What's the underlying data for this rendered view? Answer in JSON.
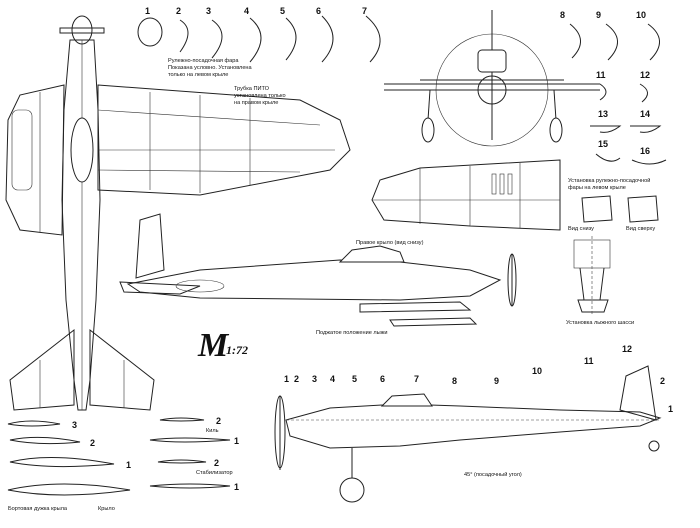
{
  "logo": {
    "mark": "М",
    "scale": "1:72"
  },
  "top_section_numbers": [
    "1",
    "2",
    "3",
    "4",
    "5",
    "6",
    "7"
  ],
  "right_section_numbers": [
    "8",
    "9",
    "10",
    "11",
    "12",
    "13",
    "14",
    "15",
    "16"
  ],
  "side_station_numbers": [
    "1",
    "2",
    "3",
    "4",
    "5",
    "6",
    "7",
    "8",
    "9",
    "10",
    "11",
    "12"
  ],
  "tail_callouts": [
    "1",
    "2"
  ],
  "profile_callouts": [
    "3",
    "2",
    "1"
  ],
  "fin_profile_numbers": [
    "2",
    "1",
    "2",
    "1"
  ],
  "notes": {
    "landing_light": [
      "Рулежно-посадочная фара",
      "Показана  условно. Установлена",
      "только на левом крыле"
    ],
    "pitot": [
      "Трубка ПИТО",
      "установлена только",
      "на правом крыле"
    ],
    "right_wing": "Правое крыло (вид снизу)",
    "ski_retracted": "Поджатое положение лыжи",
    "light_install": [
      "Установка    рулежно-посадочной",
      "фары на левом крыле"
    ],
    "view_below": "Вид снизу",
    "view_above": "Вид сверху",
    "ski_gear": "Установка лыжного шасси",
    "fin": "Киль",
    "stabilizer": "Стабилизатор",
    "landing_angle": "45° (посадочный угол)",
    "board_rib": "Бортовая дужка крыла",
    "wing": "Крыло"
  }
}
